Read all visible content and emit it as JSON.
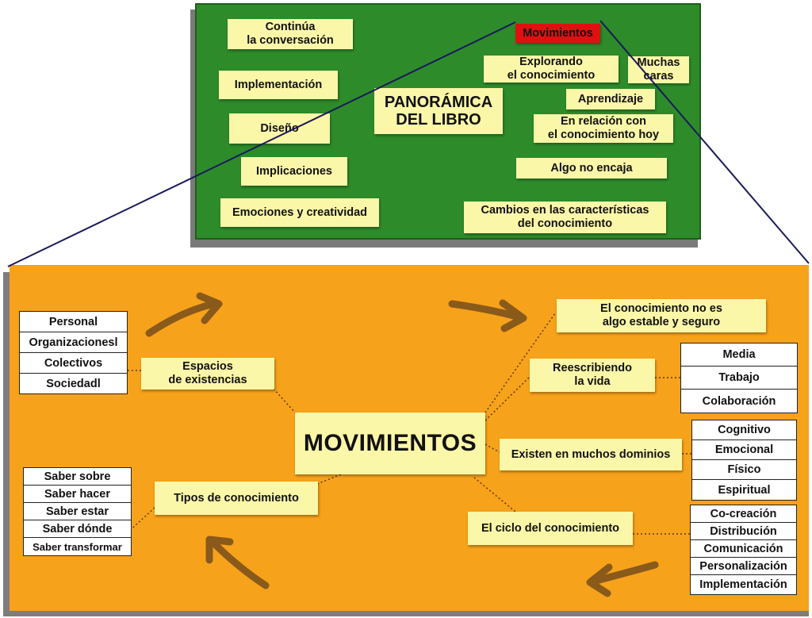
{
  "overview": {
    "title": "PANORÁMICA\nDEL LIBRO",
    "highlight": "Movimientos",
    "left_notes": [
      "Continúa\nla conversación",
      "Implementación",
      "Diseño",
      "Implicaciones",
      "Emociones y creatividad"
    ],
    "right_notes": [
      "Explorando\nel conocimiento",
      "Muchas\ncaras",
      "Aprendizaje",
      "En relación con\nel conocimiento hoy",
      "Algo no encaja",
      "Cambios en las características\ndel conocimiento"
    ]
  },
  "detail": {
    "center": "MOVIMIENTOS",
    "espacios": {
      "label": "Espacios\nde existencias",
      "items": [
        "Personal",
        "Organizacionesl",
        "Colectivos",
        "Sociedadl"
      ]
    },
    "tipos": {
      "label": "Tipos de conocimiento",
      "items": [
        "Saber sobre",
        "Saber hacer",
        "Saber estar",
        "Saber dónde",
        "Saber transformar"
      ]
    },
    "estable": "El conocimiento no es\nalgo estable y seguro",
    "reescribiendo": {
      "label": "Reescribiendo\nla vida",
      "items": [
        "Media",
        "Trabajo",
        "Colaboración"
      ]
    },
    "dominios": {
      "label": "Existen en muchos dominios",
      "items": [
        "Cognitivo",
        "Emocional",
        "Físico",
        "Espiritual"
      ]
    },
    "ciclo": {
      "label": "El ciclo del conocimiento",
      "items": [
        "Co-creación",
        "Distribución",
        "Comunicación",
        "Personalización",
        "Implementación"
      ]
    }
  },
  "colors": {
    "green_board": "#2e8b2a",
    "orange_board": "#f7a21b",
    "note": "#fbf7a8",
    "highlight": "#e01010",
    "arrow": "#8a5a1a",
    "zoom_lines": "#1a1a5a"
  }
}
